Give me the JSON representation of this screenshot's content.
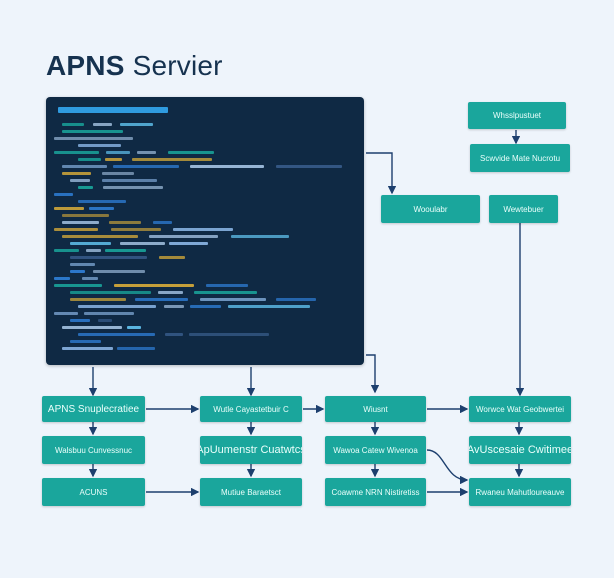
{
  "title": {
    "strong": "APNS",
    "rest": " Servier"
  },
  "nodes": {
    "top_right_1": "Whsslpustuet",
    "top_right_2": "Scwvide Mate Nucrotu",
    "mid_left": "Wooulabr",
    "mid_right": "Wewtebuer",
    "r1c1": "APNS Snuplecratiee",
    "r1c2": "Wutle Cayastetbuir C",
    "r1c3": "Wiusnt",
    "r1c4": "Worwce Wat Geobwertei",
    "r2c1": "Walsbuu Cunvessnuc",
    "r2c2": "ApUumenstr Cuatwtcs",
    "r2c3": "Wawoa Catew Wivenoa",
    "r2c4": "AvUscesaie Cwitimee",
    "r3c1": "ACUNS",
    "r3c2": "Mutiue Baraetsct",
    "r3c3": "Coawme NRN Nistiretiss",
    "r3c4": "Rwaneu Mahutloureauve"
  },
  "colors": {
    "background": "#eef4fb",
    "code_bg": "#0f2944",
    "node_fill": "#1aa69c",
    "edge": "#1d3f6e"
  }
}
